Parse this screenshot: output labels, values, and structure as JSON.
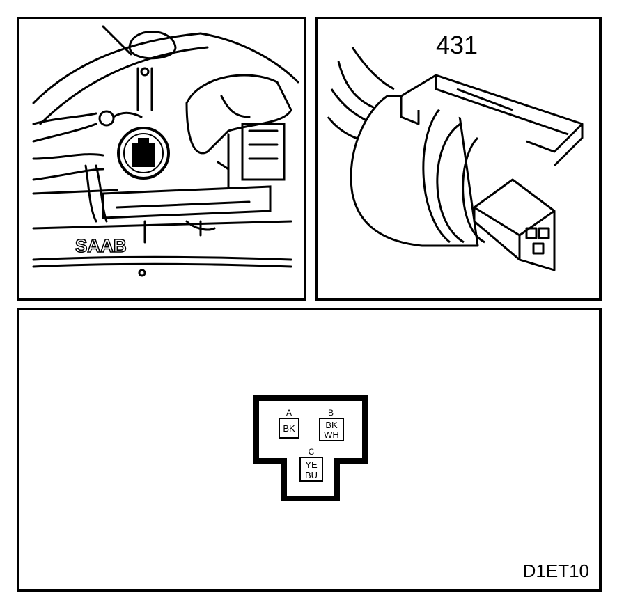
{
  "callout_number": "431",
  "figure_code": "D1ET10",
  "badge_text": "SAAB",
  "pins": [
    {
      "letter": "A",
      "wire": [
        "BK"
      ]
    },
    {
      "letter": "B",
      "wire": [
        "BK",
        "WH"
      ]
    },
    {
      "letter": "C",
      "wire": [
        "YE",
        "BU"
      ]
    }
  ]
}
